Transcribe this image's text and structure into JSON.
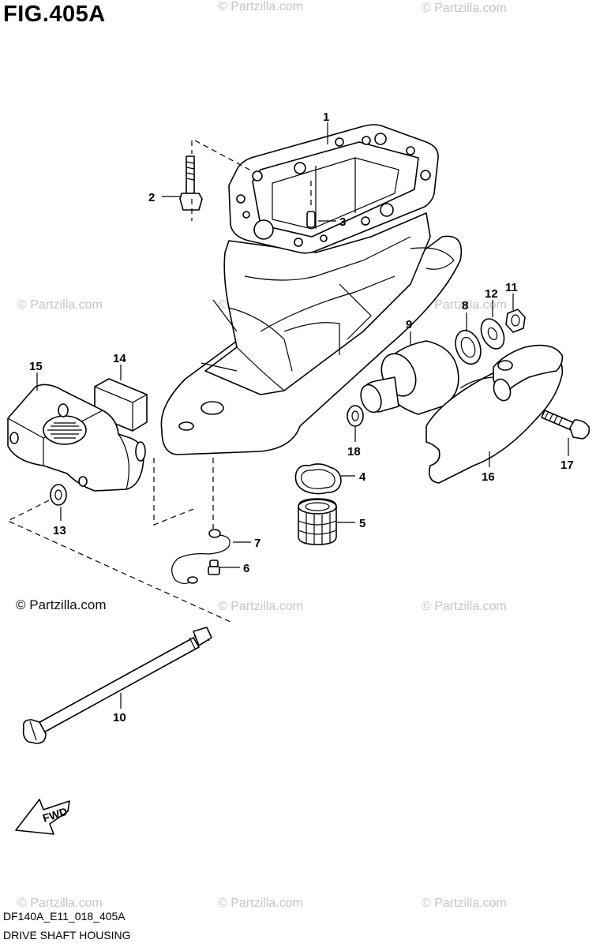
{
  "figure": {
    "title": "FIG.405A",
    "code": "DF140A_E11_018_405A",
    "name": "DRIVE SHAFT HOUSING"
  },
  "watermark": {
    "text": "© Partzilla.com"
  },
  "callouts": [
    "1",
    "2",
    "3",
    "4",
    "5",
    "6",
    "7",
    "8",
    "9",
    "10",
    "11",
    "12",
    "13",
    "14",
    "15",
    "16",
    "17",
    "18"
  ],
  "fwd_label": "FWD",
  "colors": {
    "line": "#000000",
    "background": "#ffffff",
    "watermark": "#c4c4c4"
  }
}
